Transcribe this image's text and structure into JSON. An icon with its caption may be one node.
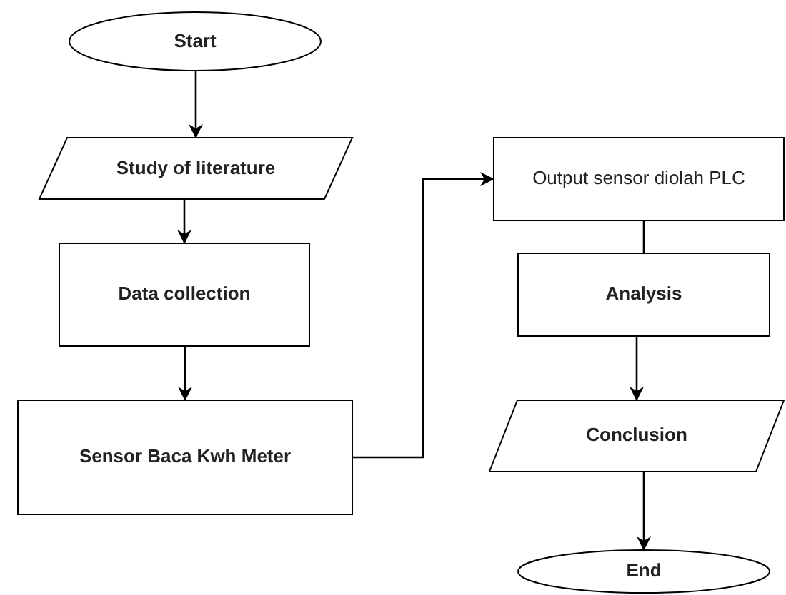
{
  "diagram": {
    "nodes": [
      {
        "text": [
          "Start"
        ]
      },
      {
        "text": [
          "Study of literature"
        ]
      },
      {
        "text": [
          "Data collection"
        ]
      },
      {
        "text": [
          "Sensor Baca Kwh Meter"
        ]
      },
      {
        "text": [
          "Output sensor diolah PLC"
        ]
      },
      {
        "text": [
          "Analysis"
        ]
      },
      {
        "text": [
          "Conclusion"
        ]
      },
      {
        "text": [
          "End"
        ]
      }
    ],
    "edges": [
      {
        "from": 0,
        "to": 1,
        "arrow": "to"
      },
      {
        "from": 1,
        "to": 2,
        "arrow": "to"
      },
      {
        "from": 2,
        "to": 3,
        "arrow": "to"
      },
      {
        "from": 3,
        "to": 4,
        "arrow": "to"
      },
      {
        "from": 4,
        "to": 5,
        "arrow": "none"
      },
      {
        "from": 5,
        "to": 6,
        "arrow": "to"
      },
      {
        "from": 6,
        "to": 7,
        "arrow": "to"
      }
    ]
  }
}
